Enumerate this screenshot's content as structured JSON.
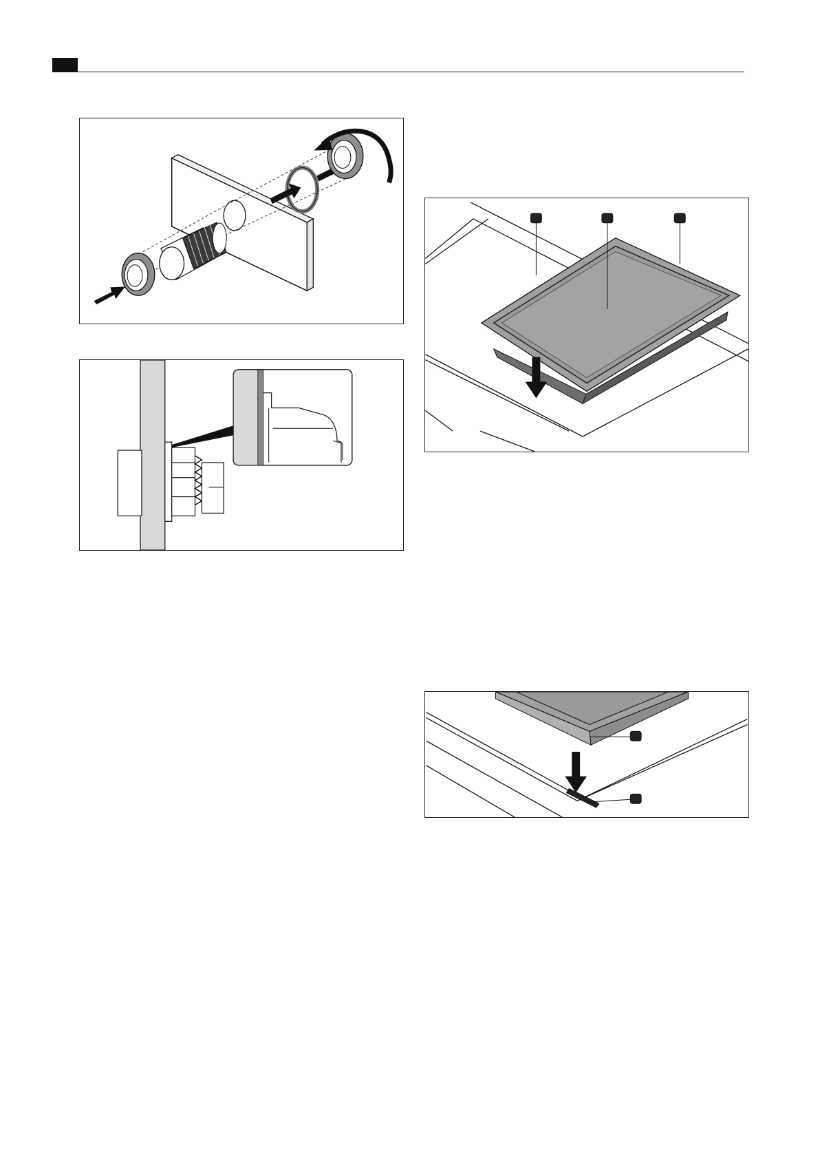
{
  "page": {
    "header": {
      "tab_color": "#111111",
      "rule_color": "#111111"
    },
    "figures": [
      {
        "id": "nut-seal-assembly",
        "labels": []
      },
      {
        "id": "fitting-detail-zoom",
        "labels": []
      },
      {
        "id": "insert-panel-into-frame",
        "callouts": 3
      },
      {
        "id": "panel-edge-label",
        "callouts": 2
      }
    ],
    "colors": {
      "line": "#111111",
      "mid_gray": "#8e8e8e",
      "light_gray": "#d9d9d9",
      "panel_gray": "#a0a0a0"
    }
  }
}
